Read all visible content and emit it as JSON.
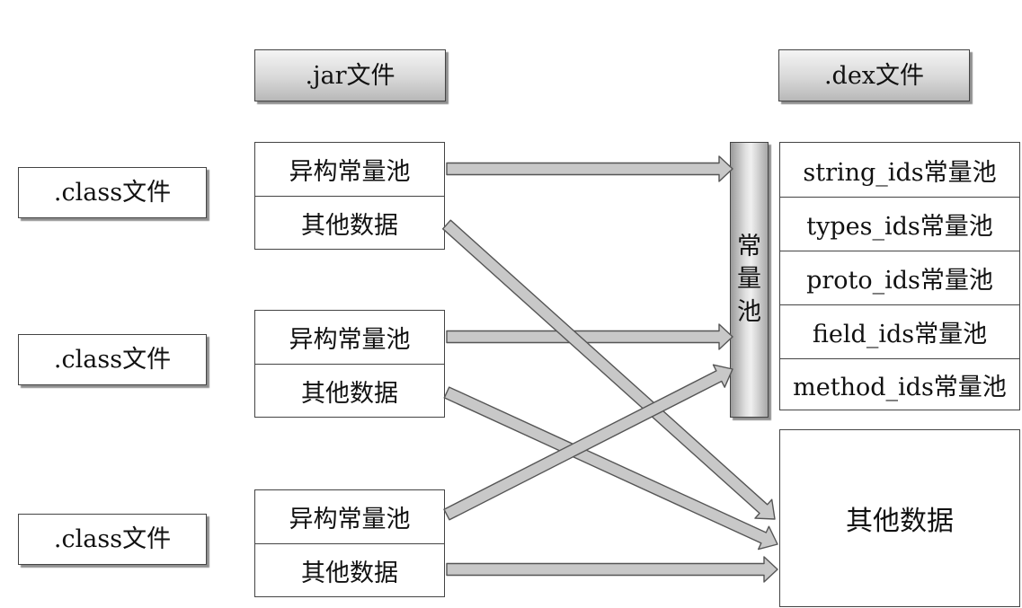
{
  "jar_header": ".jar文件",
  "dex_header": ".dex文件",
  "class_files": [
    ".class文件",
    ".class文件",
    ".class文件"
  ],
  "jar_groups": [
    {
      "pool": "异构常量池",
      "other": "其他数据"
    },
    {
      "pool": "异构常量池",
      "other": "其他数据"
    },
    {
      "pool": "异构常量池",
      "other": "其他数据"
    }
  ],
  "constant_pool_label": [
    "常",
    "量",
    "池"
  ],
  "dex_pools": [
    "string_ids常量池",
    "types_ids常量池",
    "proto_ids常量池",
    "field_ids常量池",
    "method_ids常量池"
  ],
  "dex_other": "其他数据"
}
